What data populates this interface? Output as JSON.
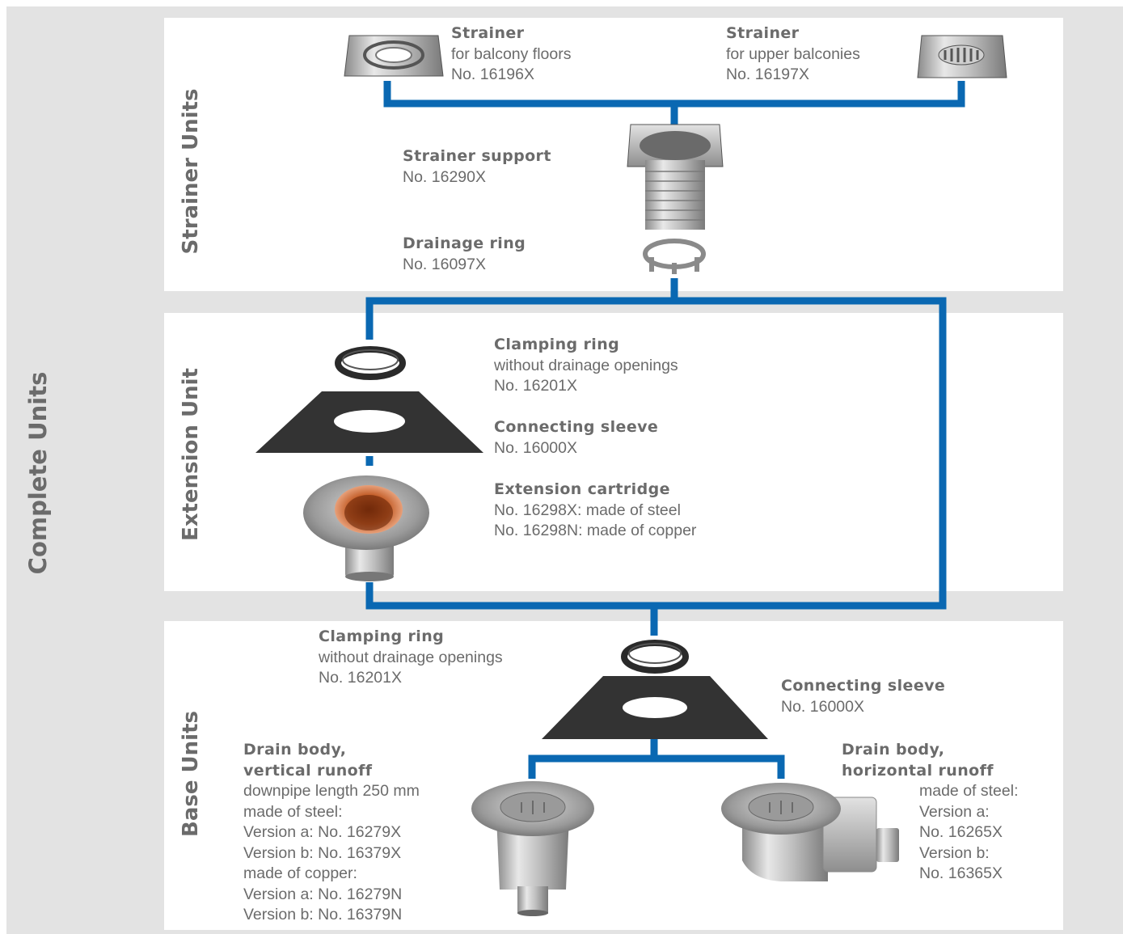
{
  "colors": {
    "connector": "#0a68b2",
    "panel_bg": "#ffffff",
    "frame_bg": "#e3e3e3",
    "text": "#6b6b6b"
  },
  "sections": {
    "complete_units": "Complete Units",
    "strainer_units": "Strainer Units",
    "extension_unit": "Extension Unit",
    "base_units": "Base Units"
  },
  "strainer_units": {
    "strainer_balcony": {
      "title": "Strainer",
      "line1": "for balcony floors",
      "line2": "No. 16196X"
    },
    "strainer_upper": {
      "title": "Strainer",
      "line1": "for upper balconies",
      "line2": "No. 16197X"
    },
    "strainer_support": {
      "title": "Strainer support",
      "line1": "No. 16290X"
    },
    "drainage_ring": {
      "title": "Drainage ring",
      "line1": "No. 16097X"
    }
  },
  "extension_unit": {
    "clamping_ring": {
      "title": "Clamping ring",
      "line1": "without drainage openings",
      "line2": "No. 16201X"
    },
    "connecting_sleeve": {
      "title": "Connecting sleeve",
      "line1": "No. 16000X"
    },
    "extension_cartridge": {
      "title": "Extension cartridge",
      "line1": "No. 16298X: made of steel",
      "line2": "No. 16298N: made of copper"
    }
  },
  "base_units": {
    "clamping_ring": {
      "title": "Clamping ring",
      "line1": "without drainage openings",
      "line2": "No. 16201X"
    },
    "connecting_sleeve": {
      "title": "Connecting sleeve",
      "line1": "No. 16000X"
    },
    "drain_vertical": {
      "title1": "Drain body,",
      "title2": "vertical runoff",
      "lines": [
        "downpipe length 250 mm",
        "made of steel:",
        "Version a: No. 16279X",
        "Version b: No. 16379X",
        "made of copper:",
        "Version a: No. 16279N",
        "Version b: No. 16379N"
      ]
    },
    "drain_horizontal": {
      "title1": "Drain body,",
      "title2": "horizontal runoff",
      "lines": [
        "made of steel:",
        "Version a:",
        "No. 16265X",
        "Version b:",
        "No. 16365X"
      ]
    }
  }
}
